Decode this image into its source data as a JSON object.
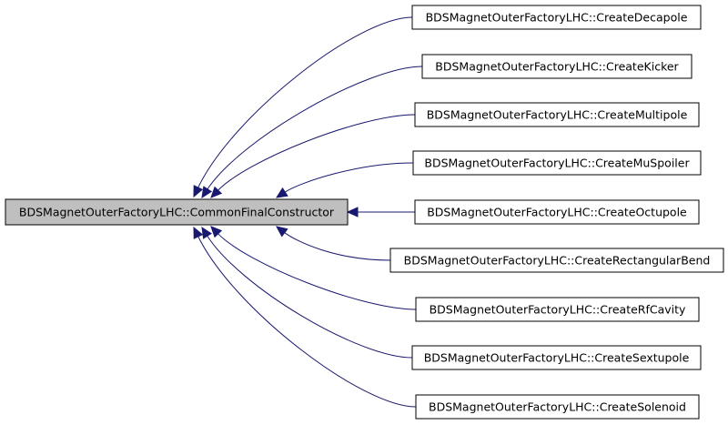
{
  "diagram": {
    "center_node": {
      "label": "BDSMagnetOuterFactoryLHC::CommonFinalConstructor",
      "fill": "#bfbfbf"
    },
    "caller_nodes": [
      {
        "id": "decapole",
        "label": "BDSMagnetOuterFactoryLHC::CreateDecapole"
      },
      {
        "id": "kicker",
        "label": "BDSMagnetOuterFactoryLHC::CreateKicker"
      },
      {
        "id": "multipole",
        "label": "BDSMagnetOuterFactoryLHC::CreateMultipole"
      },
      {
        "id": "muspoiler",
        "label": "BDSMagnetOuterFactoryLHC::CreateMuSpoiler"
      },
      {
        "id": "octupole",
        "label": "BDSMagnetOuterFactoryLHC::CreateOctupole"
      },
      {
        "id": "rectangularbend",
        "label": "BDSMagnetOuterFactoryLHC::CreateRectangularBend"
      },
      {
        "id": "rfcavity",
        "label": "BDSMagnetOuterFactoryLHC::CreateRfCavity"
      },
      {
        "id": "sextupole",
        "label": "BDSMagnetOuterFactoryLHC::CreateSextupole"
      },
      {
        "id": "solenoid",
        "label": "BDSMagnetOuterFactoryLHC::CreateSolenoid"
      }
    ],
    "edge_color": "#191970",
    "node_fill": "#ffffff"
  }
}
